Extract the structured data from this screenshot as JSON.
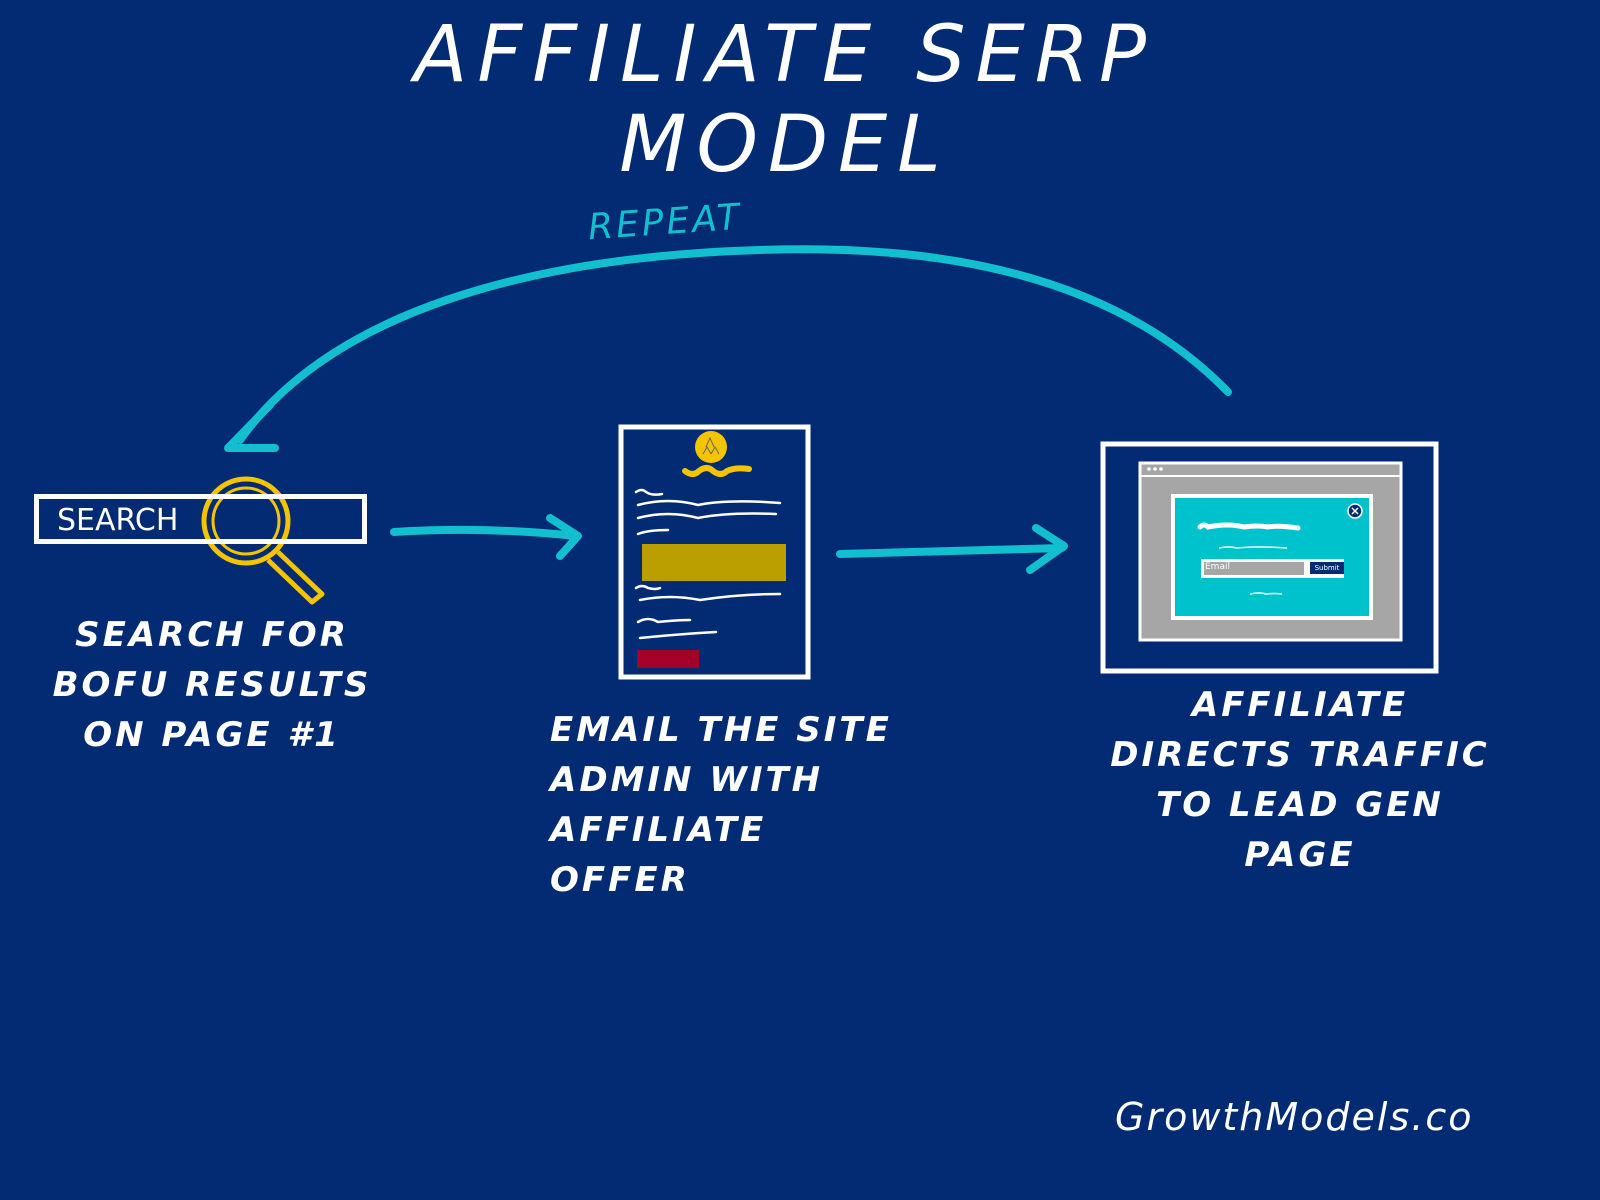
{
  "title": "Affiliate Serp Model",
  "loop_label": "Repeat",
  "steps": [
    {
      "label": "Search for BoFu results on page #1",
      "illustration": {
        "search_text": "SEARCH",
        "icon": "magnifier-icon"
      }
    },
    {
      "label": "Email the site admin with affiliate offer",
      "illustration": {
        "icon": "document-icon"
      }
    },
    {
      "label": "Affiliate directs traffic to lead gen page",
      "illustration": {
        "email_placeholder": "Email",
        "submit_label": "Submit",
        "icon": "browser-popup-icon"
      }
    }
  ],
  "brand": "GrowthModels.co",
  "colors": {
    "background": "#022b73",
    "accent": "#12bfcf",
    "highlight": "#f5c400",
    "gold_block": "#bb9e00",
    "red_block": "#a3002a",
    "panel_gray": "#a6a6a6"
  }
}
